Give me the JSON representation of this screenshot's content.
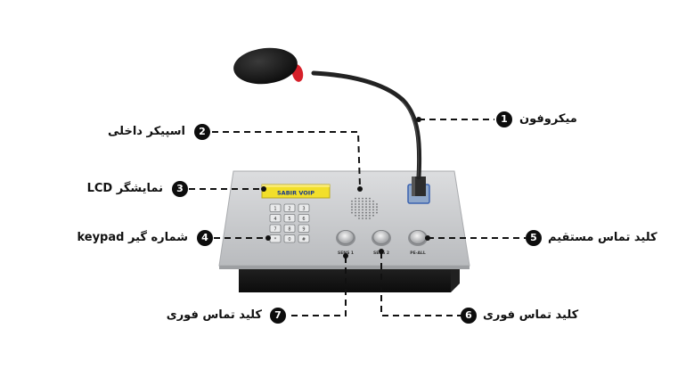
{
  "device": {
    "brand_text": "SABIR VOIP",
    "button_captions": [
      "SENS 1",
      "SENS 2",
      "PE-ALL"
    ],
    "keypad_keys": [
      "1",
      "2",
      "3",
      "4",
      "5",
      "6",
      "7",
      "8",
      "9",
      "*",
      "0",
      "#"
    ]
  },
  "callouts": [
    {
      "number": "1",
      "text": "میکروفون"
    },
    {
      "number": "2",
      "text": "اسپیکر داخلی"
    },
    {
      "number": "3",
      "text": "نمایشگر LCD"
    },
    {
      "number": "4",
      "text": "شماره گیر keypad"
    },
    {
      "number": "5",
      "text": "کلید تماس مستقیم"
    },
    {
      "number": "6",
      "text": "کلید تماس فوری"
    },
    {
      "number": "7",
      "text": "کلید تماس فوری"
    }
  ],
  "colors": {
    "panel": "#c9cbcd",
    "base": "#141414",
    "lcd": "#f2df2a",
    "mic_ring": "#d6202a",
    "callout": "#111111"
  }
}
